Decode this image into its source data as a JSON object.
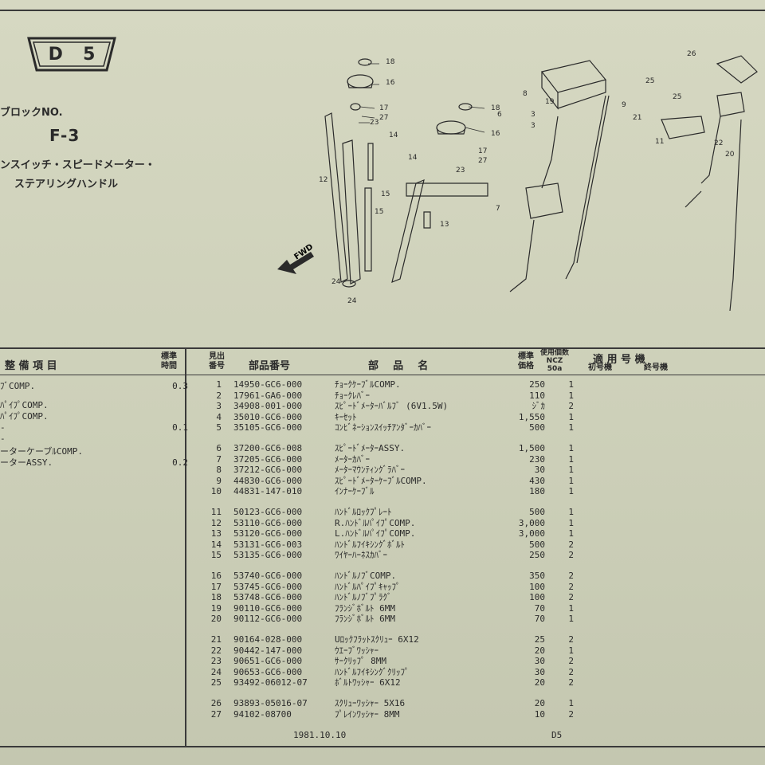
{
  "badge": {
    "left": "D",
    "right": "5"
  },
  "block": {
    "label": "ブロックNO.",
    "code": "F-3",
    "title_line1": "ンスイッチ・スピードメーター・",
    "title_line2": "ステアリングハンドル"
  },
  "diagram": {
    "fwd": "FWD",
    "callouts": [
      "18",
      "16",
      "17",
      "27",
      "23",
      "14",
      "18",
      "16",
      "17",
      "27",
      "23",
      "12",
      "15",
      "15",
      "13",
      "14",
      "24",
      "24",
      "8",
      "19",
      "6",
      "3",
      "3",
      "7",
      "9",
      "26",
      "25",
      "25",
      "21",
      "11",
      "22",
      "20"
    ]
  },
  "headers": {
    "maint_item": "整 備 項 目",
    "std_time": "標準\n時間",
    "ref_no": "見出\n番号",
    "part_no": "部品番号",
    "part_name": "部    品    名",
    "std_price": "標準\n価格",
    "qty": "使用個数\nNCZ\n50a",
    "models": "適 用 号 機",
    "first": "初号機",
    "last": "終号機"
  },
  "maintenance": [
    {
      "text": "ﾌﾞCOMP.",
      "time": "0.3"
    },
    {
      "text": "ﾊﾟｲﾌﾟCOMP.",
      "time": ""
    },
    {
      "text": "ﾊﾟｲﾌﾟCOMP.",
      "time": ""
    },
    {
      "text": "-",
      "time": "0.1"
    },
    {
      "text": "-",
      "time": ""
    },
    {
      "text": "ーターケーブﾙCOMP.",
      "time": ""
    },
    {
      "text": "ーターASSY.",
      "time": "0.2"
    }
  ],
  "parts": [
    {
      "no": "1",
      "pn": "14950-GC6-000",
      "name": "ﾁｮｰｸｹｰﾌﾞﾙCOMP.",
      "price": "250",
      "qty": "1"
    },
    {
      "no": "2",
      "pn": "17961-GA6-000",
      "name": "ﾁｮｰｸﾚﾊﾞｰ",
      "price": "110",
      "qty": "1"
    },
    {
      "no": "3",
      "pn": "34908-001-000",
      "name": "ｽﾋﾟｰﾄﾞﾒｰﾀｰﾊﾞﾙﾌﾞ (6V1.5W)",
      "price": "ｼﾞｶ",
      "qty": "2"
    },
    {
      "no": "4",
      "pn": "35010-GC6-000",
      "name": "ｷｰｾｯﾄ",
      "price": "1,550",
      "qty": "1"
    },
    {
      "no": "5",
      "pn": "35105-GC6-000",
      "name": "ｺﾝﾋﾞﾈｰｼｮﾝｽｲｯﾁｱﾝﾀﾞｰｶﾊﾞｰ",
      "price": "500",
      "qty": "1"
    },
    {
      "no": "6",
      "pn": "37200-GC6-008",
      "name": "ｽﾋﾟｰﾄﾞﾒｰﾀｰASSY.",
      "price": "1,500",
      "qty": "1"
    },
    {
      "no": "7",
      "pn": "37205-GC6-000",
      "name": "ﾒｰﾀｰｶﾊﾞｰ",
      "price": "230",
      "qty": "1"
    },
    {
      "no": "8",
      "pn": "37212-GC6-000",
      "name": "ﾒｰﾀｰﾏｳﾝﾃｨﾝｸﾞﾗﾊﾞｰ",
      "price": "30",
      "qty": "1"
    },
    {
      "no": "9",
      "pn": "44830-GC6-000",
      "name": "ｽﾋﾟｰﾄﾞﾒｰﾀｰｹｰﾌﾞﾙCOMP.",
      "price": "430",
      "qty": "1"
    },
    {
      "no": "10",
      "pn": "44831-147-010",
      "name": "ｲﾝﾅｰｹｰﾌﾞﾙ",
      "price": "180",
      "qty": "1"
    },
    {
      "no": "11",
      "pn": "50123-GC6-000",
      "name": "ﾊﾝﾄﾞﾙﾛｯｸﾌﾟﾚｰﾄ",
      "price": "500",
      "qty": "1"
    },
    {
      "no": "12",
      "pn": "53110-GC6-000",
      "name": "R.ﾊﾝﾄﾞﾙﾊﾟｲﾌﾟCOMP.",
      "price": "3,000",
      "qty": "1"
    },
    {
      "no": "13",
      "pn": "53120-GC6-000",
      "name": "L.ﾊﾝﾄﾞﾙﾊﾟｲﾌﾟCOMP.",
      "price": "3,000",
      "qty": "1"
    },
    {
      "no": "14",
      "pn": "53131-GC6-003",
      "name": "ﾊﾝﾄﾞﾙﾌｲｷｼﾝｸﾞﾎﾞﾙﾄ",
      "price": "500",
      "qty": "2"
    },
    {
      "no": "15",
      "pn": "53135-GC6-000",
      "name": "ﾜｲﾔｰﾊｰﾈｽｶﾊﾞｰ",
      "price": "250",
      "qty": "2"
    },
    {
      "no": "16",
      "pn": "53740-GC6-000",
      "name": "ﾊﾝﾄﾞﾙﾉﾌﾞCOMP.",
      "price": "350",
      "qty": "2"
    },
    {
      "no": "17",
      "pn": "53745-GC6-000",
      "name": "ﾊﾝﾄﾞﾙﾊﾟｲﾌﾟｷｬｯﾌﾟ",
      "price": "100",
      "qty": "2"
    },
    {
      "no": "18",
      "pn": "53748-GC6-000",
      "name": "ﾊﾝﾄﾞﾙﾉﾌﾞﾌﾟﾗｸﾞ",
      "price": "100",
      "qty": "2"
    },
    {
      "no": "19",
      "pn": "90110-GC6-000",
      "name": "ﾌﾗﾝｼﾞﾎﾞﾙﾄ 6MM",
      "price": "70",
      "qty": "1"
    },
    {
      "no": "20",
      "pn": "90112-GC6-000",
      "name": "ﾌﾗﾝｼﾞﾎﾞﾙﾄ 6MM",
      "price": "70",
      "qty": "1"
    },
    {
      "no": "21",
      "pn": "90164-028-000",
      "name": "Uﾛｯｸﾌﾗｯﾄｽｸﾘｭｰ 6X12",
      "price": "25",
      "qty": "2"
    },
    {
      "no": "22",
      "pn": "90442-147-000",
      "name": "ｳｴｰﾌﾞﾜｯｼｬｰ",
      "price": "20",
      "qty": "1"
    },
    {
      "no": "23",
      "pn": "90651-GC6-000",
      "name": "ｻｰｸﾘｯﾌﾟ 8MM",
      "price": "30",
      "qty": "2"
    },
    {
      "no": "24",
      "pn": "90653-GC6-000",
      "name": "ﾊﾝﾄﾞﾙﾌｲｷｼﾝｸﾞｸﾘｯﾌﾟ",
      "price": "30",
      "qty": "2"
    },
    {
      "no": "25",
      "pn": "93492-06012-07",
      "name": "ﾎﾞﾙﾄﾜｯｼｬｰ 6X12",
      "price": "20",
      "qty": "2"
    },
    {
      "no": "26",
      "pn": "93893-05016-07",
      "name": "ｽｸﾘｭｰﾜｯｼｬｰ 5X16",
      "price": "20",
      "qty": "1"
    },
    {
      "no": "27",
      "pn": "94102-08700",
      "name": "ﾌﾟﾚｲﾝﾜｯｼｬｰ 8MM",
      "price": "10",
      "qty": "2"
    }
  ],
  "footer": {
    "date": "1981.10.10",
    "code": "D5"
  }
}
